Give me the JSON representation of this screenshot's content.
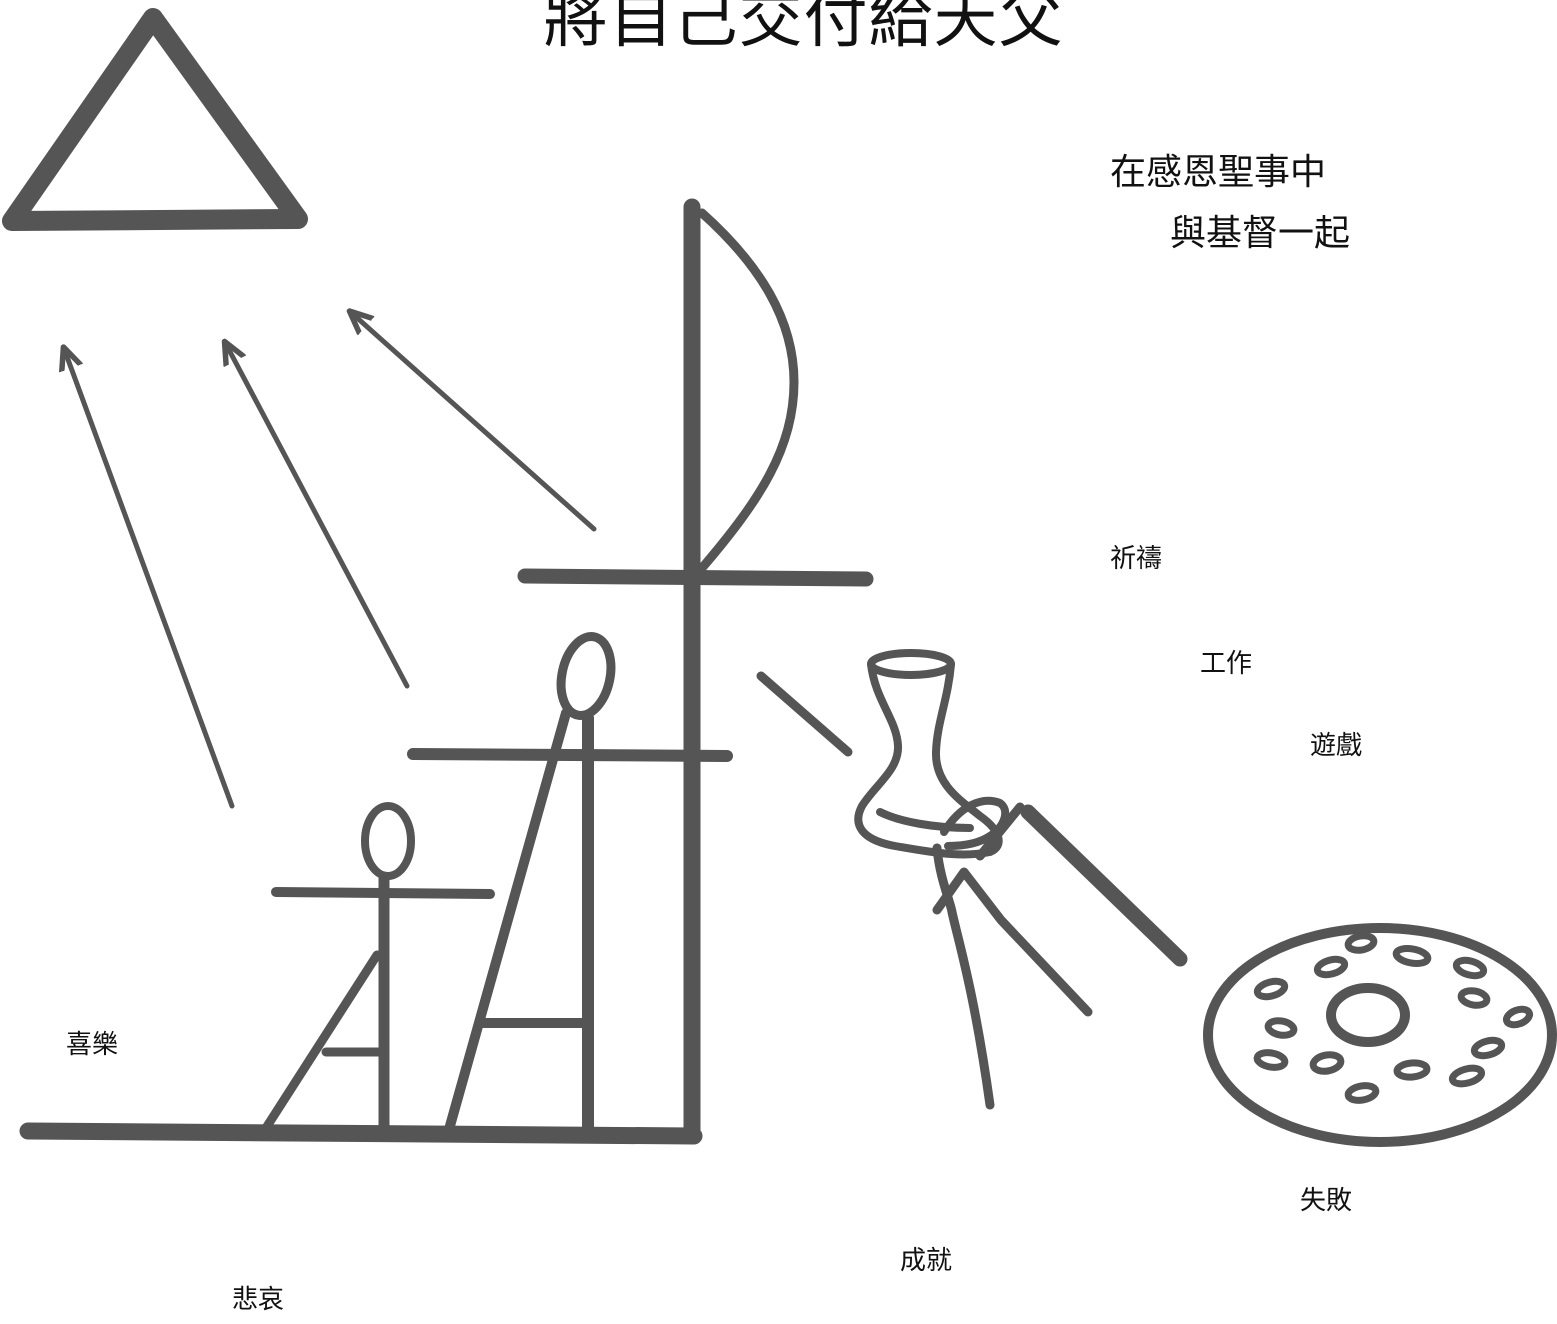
{
  "title": "將自己交付給天父",
  "subtitle": {
    "line1": "在感恩聖事中",
    "line2": "與基督一起"
  },
  "labels": {
    "prayer": "祈禱",
    "work": "工作",
    "play": "遊戲",
    "joy": "喜樂",
    "failure": "失敗",
    "success": "成就",
    "sorrow": "悲哀"
  },
  "colors": {
    "stroke": "#555555",
    "text": "#111111",
    "background": "#ffffff"
  },
  "icons": [
    "triangle-icon",
    "arrow-icon",
    "cross-icon",
    "bow-icon",
    "figure-icon",
    "chalice-icon",
    "paten-icon",
    "hand-icon"
  ]
}
